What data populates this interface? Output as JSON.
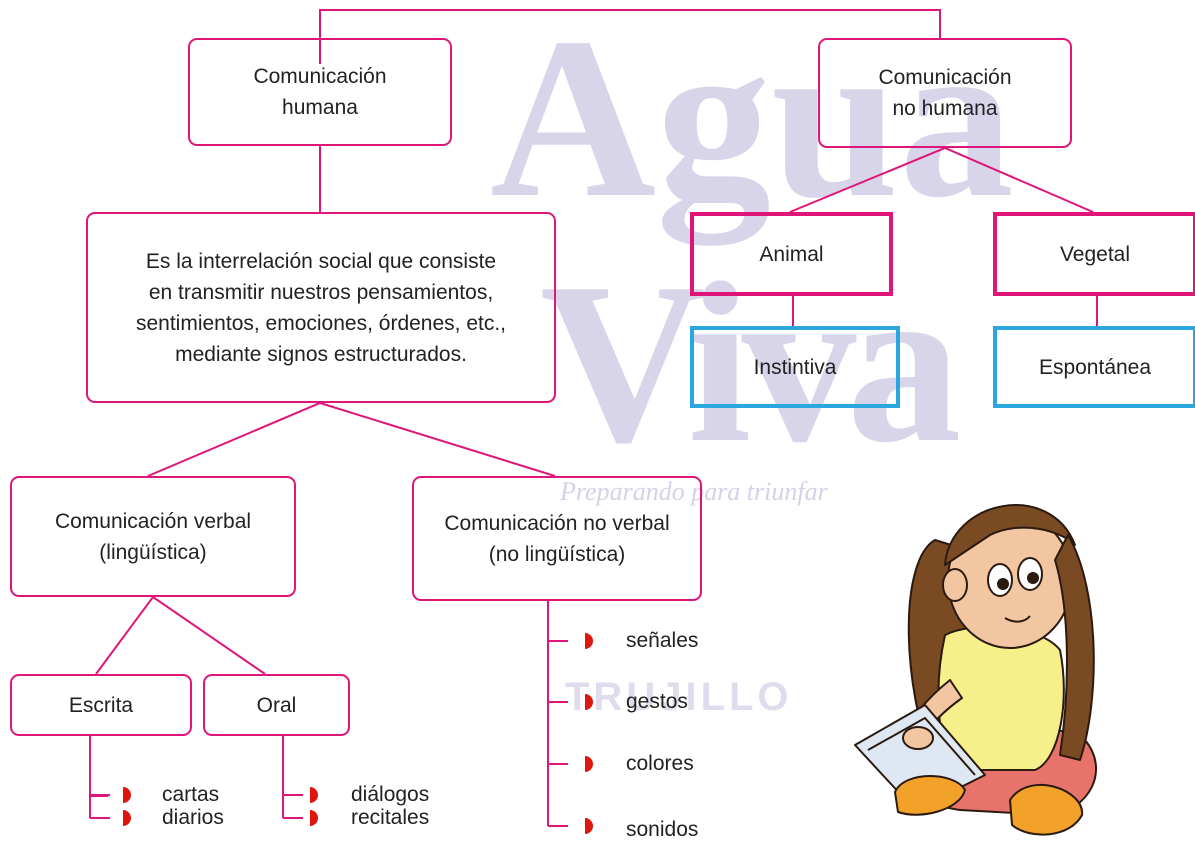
{
  "watermark": {
    "word1": "Agua",
    "word2": "Viva",
    "tagline": "Preparando para triunfar",
    "city": "TRUJILLO",
    "color": "#b9b4d9"
  },
  "colors": {
    "connector": "#e0157a",
    "blue_border": "#2ba6de",
    "bullet": "#e0150e",
    "text": "#222222"
  },
  "nodes": {
    "human": "Comunicación\nhumana",
    "nonhuman": "Comunicación\nno humana",
    "definition": "Es la interrelación social que consiste\nen transmitir nuestros pensamientos,\nsentimientos, emociones, órdenes, etc.,\nmediante signos estructurados.",
    "animal": "Animal",
    "vegetal": "Vegetal",
    "instintiva": "Instintiva",
    "espontanea": "Espontánea",
    "verbal": "Comunicación verbal\n(lingüística)",
    "nonverbal": "Comunicación no verbal\n(no lingüística)",
    "escrita": "Escrita",
    "oral": "Oral"
  },
  "lists": {
    "escrita": [
      "cartas",
      "diarios"
    ],
    "oral": [
      "diálogos",
      "recitales"
    ],
    "nonverbal": [
      "señales",
      "gestos",
      "colores",
      "sonidos"
    ]
  },
  "illustration": {
    "icon": "girl-reading-illustration",
    "colors": {
      "hair": "#7a4a22",
      "skin": "#f3c6a2",
      "shirt": "#f6ef8a",
      "pants": "#e8736b",
      "shoes": "#f3a229"
    }
  }
}
